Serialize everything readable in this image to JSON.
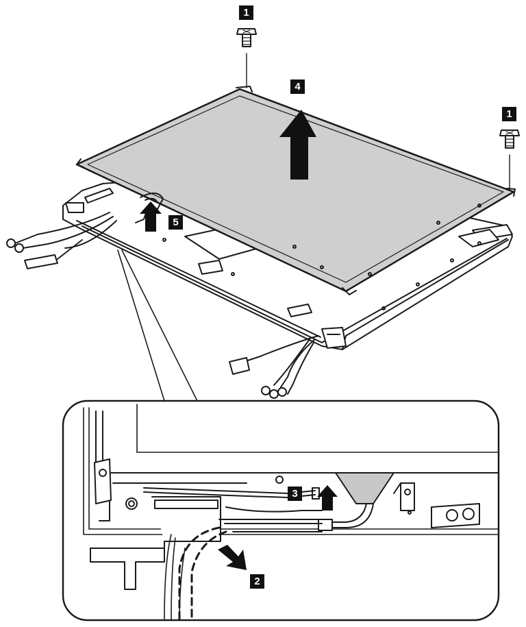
{
  "callouts": {
    "screw_top": "1",
    "screw_right": "1",
    "cable_tab": "2",
    "tape": "3",
    "panel_lift": "4",
    "cable_lift": "5"
  },
  "colors": {
    "line": "#1a1a1a",
    "panel_fill": "#cfcfcf",
    "tape_fill": "#c8c8c8",
    "background": "#ffffff"
  }
}
